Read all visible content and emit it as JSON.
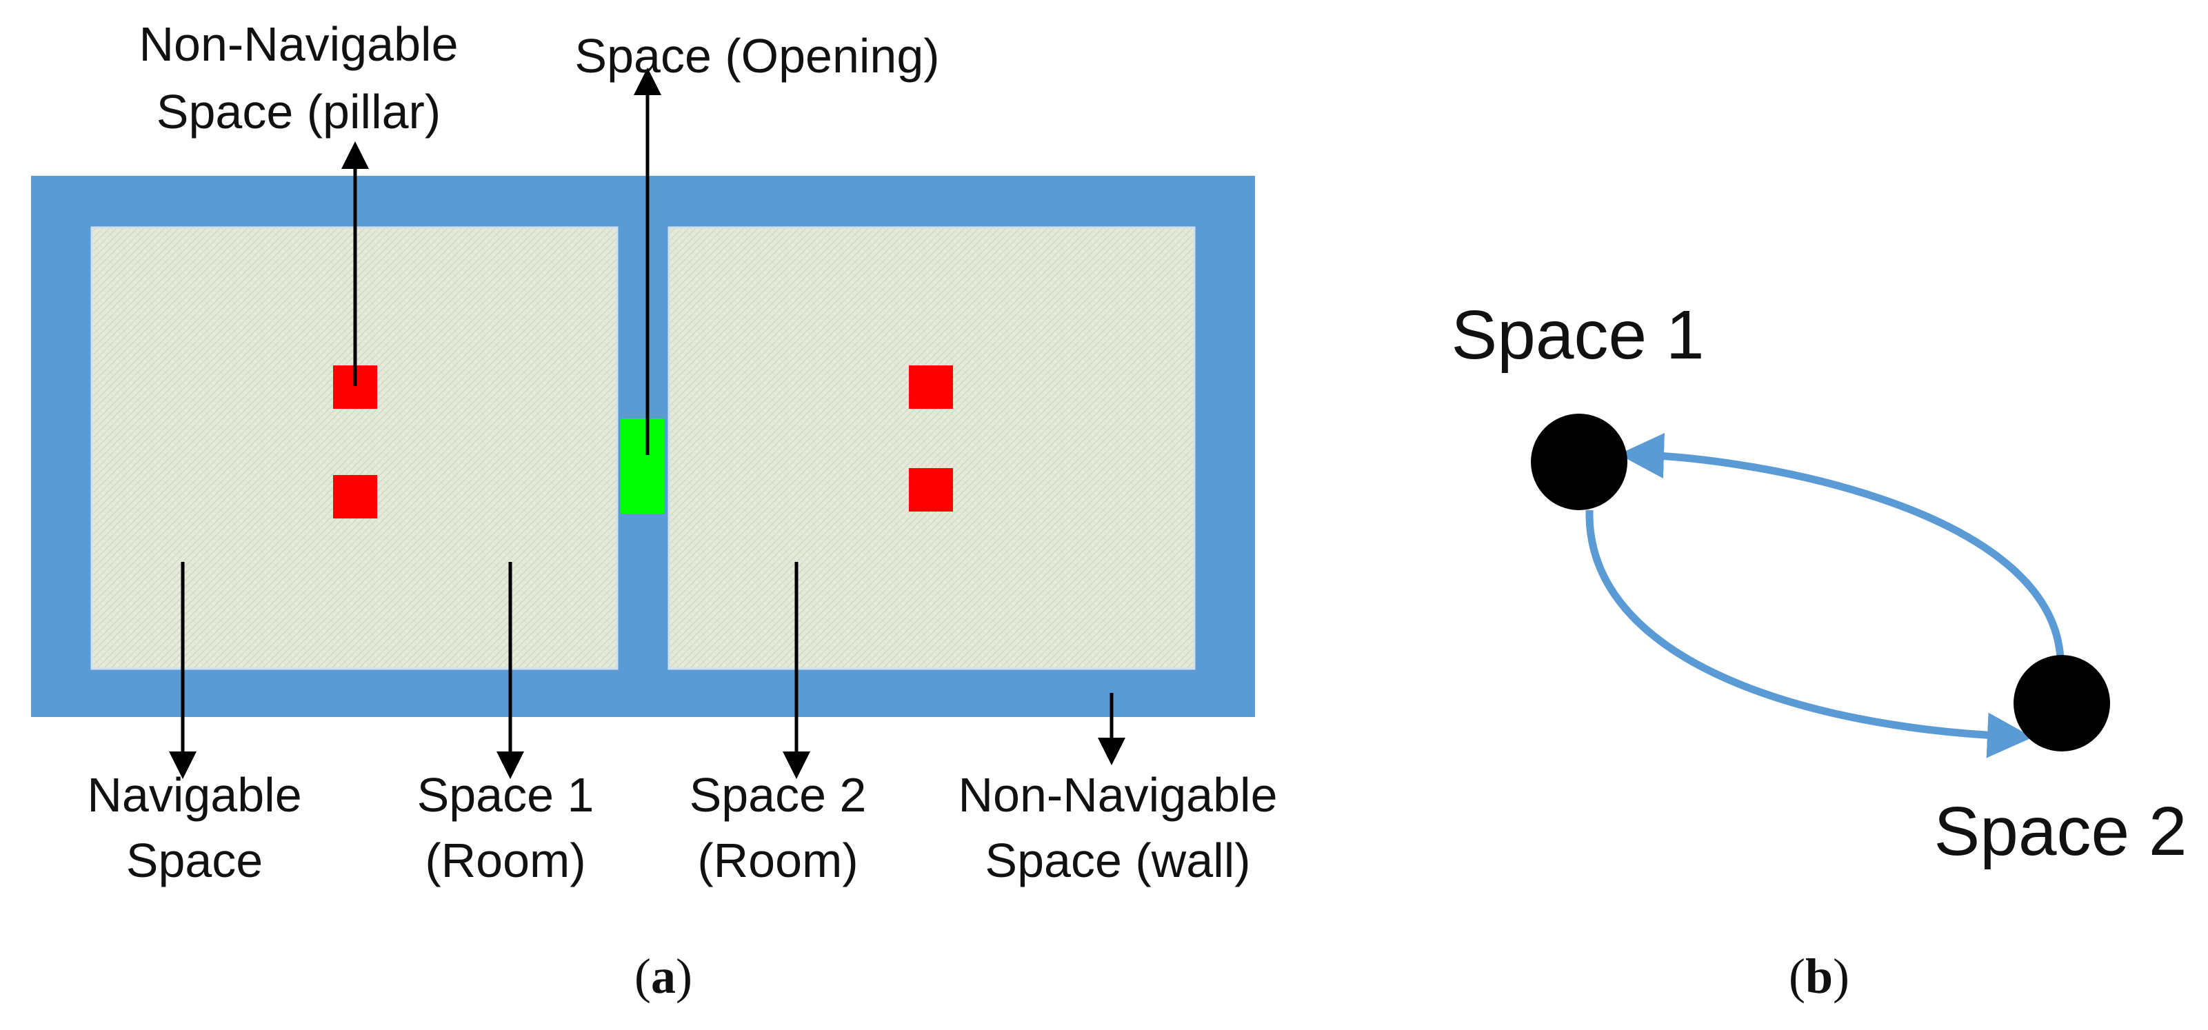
{
  "panel_a": {
    "labels": {
      "pillar_line1": "Non-Navigable",
      "pillar_line2": "Space (pillar)",
      "opening": "Space (Opening)",
      "navigable_line1": "Navigable",
      "navigable_line2": "Space",
      "space1_line1": "Space 1",
      "space1_line2": "(Room)",
      "space2_line1": "Space 2",
      "space2_line2": "(Room)",
      "wall_line1": "Non-Navigable",
      "wall_line2": "Space (wall)"
    },
    "caption": {
      "open": "(",
      "letter": "a",
      "close": ")"
    }
  },
  "panel_b": {
    "nodes": {
      "space1": "Space 1",
      "space2": "Space 2"
    },
    "caption": {
      "open": "(",
      "letter": "b",
      "close": ")"
    }
  },
  "colors": {
    "wall": "#5b9bd5",
    "floor": "#e6eadb",
    "pillar": "#ff0000",
    "opening": "#00ff00",
    "node": "#000000",
    "edge": "#5b9bd5",
    "pointer": "#000000"
  }
}
